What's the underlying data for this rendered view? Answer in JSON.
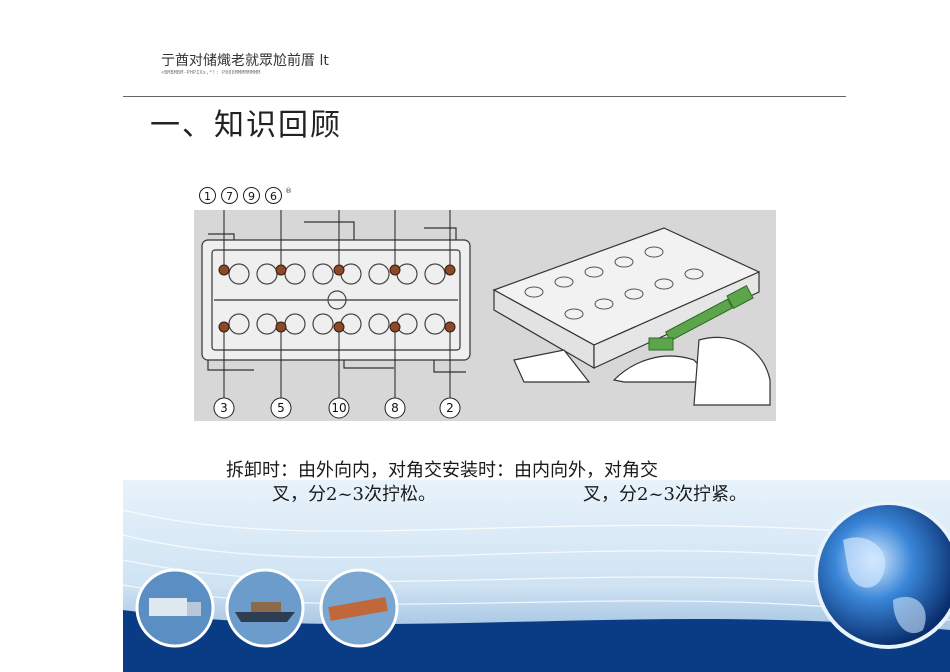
{
  "header": {
    "title": "亍酋对储熾老就眾尬前厝 lt",
    "subtitle": "<BMBMBM-PHPIXx,*!: P000MMMMMMMM"
  },
  "heading": "一、知识回顾",
  "figure": {
    "top_sequence": [
      "1",
      "7",
      "9",
      "6"
    ],
    "registered_mark": "®",
    "bottom_sequence": [
      "3",
      "5",
      "10",
      "8",
      "2"
    ]
  },
  "description": {
    "line1": "拆卸时：由外向内，对角交安装时：由内向外，对角交",
    "line2_left": "叉，分2~3次拧松。",
    "line2_right": "叉，分2~3次拧紧。"
  },
  "colors": {
    "figure_bg": "#d7d7d7",
    "banner_blue": "#0a3c86",
    "banner_light": "#cfe3f3",
    "bolt": "#8a4a2a",
    "wrench": "#5da54d"
  }
}
